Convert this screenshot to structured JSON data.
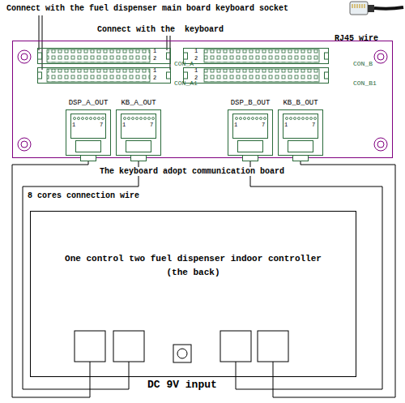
{
  "diagram": {
    "nodes": [
      {
        "text": [
          "The keyboard adopt communication board"
        ]
      },
      {
        "text": [
          "1",
          "2",
          "CON_A"
        ],
        "in": 0
      },
      {
        "text": [
          "1",
          "2",
          "CON_A1"
        ],
        "in": 0
      },
      {
        "text": [
          "1",
          "2",
          "CON_B"
        ],
        "in": 0
      },
      {
        "text": [
          "1",
          "2",
          "CON_B1"
        ],
        "in": 0
      },
      {
        "text": [
          "DSP_A_OUT",
          "1",
          "7"
        ],
        "in": 0
      },
      {
        "text": [
          "KB_A_OUT",
          "1",
          "7"
        ],
        "in": 0
      },
      {
        "text": [
          "DSP_B_OUT",
          "1",
          "7"
        ],
        "in": 0
      },
      {
        "text": [
          "KB_B_OUT",
          "1",
          "7"
        ],
        "in": 0
      },
      {
        "text": [
          "One control two fuel dispenser indoor controller",
          "(the back)"
        ]
      }
    ],
    "edges": [
      {
        "from": 5,
        "to": 9,
        "arrow": "none"
      },
      {
        "from": 6,
        "to": 9,
        "arrow": "none"
      },
      {
        "from": 7,
        "to": 9,
        "arrow": "none"
      },
      {
        "from": 8,
        "to": 9,
        "arrow": "none"
      }
    ],
    "labels": [
      "Connect with the fuel dispenser main board keyboard socket",
      "Connect with the  keyboard",
      "RJ45 wire",
      "8 cores connection wire",
      "DC 9V input"
    ]
  }
}
